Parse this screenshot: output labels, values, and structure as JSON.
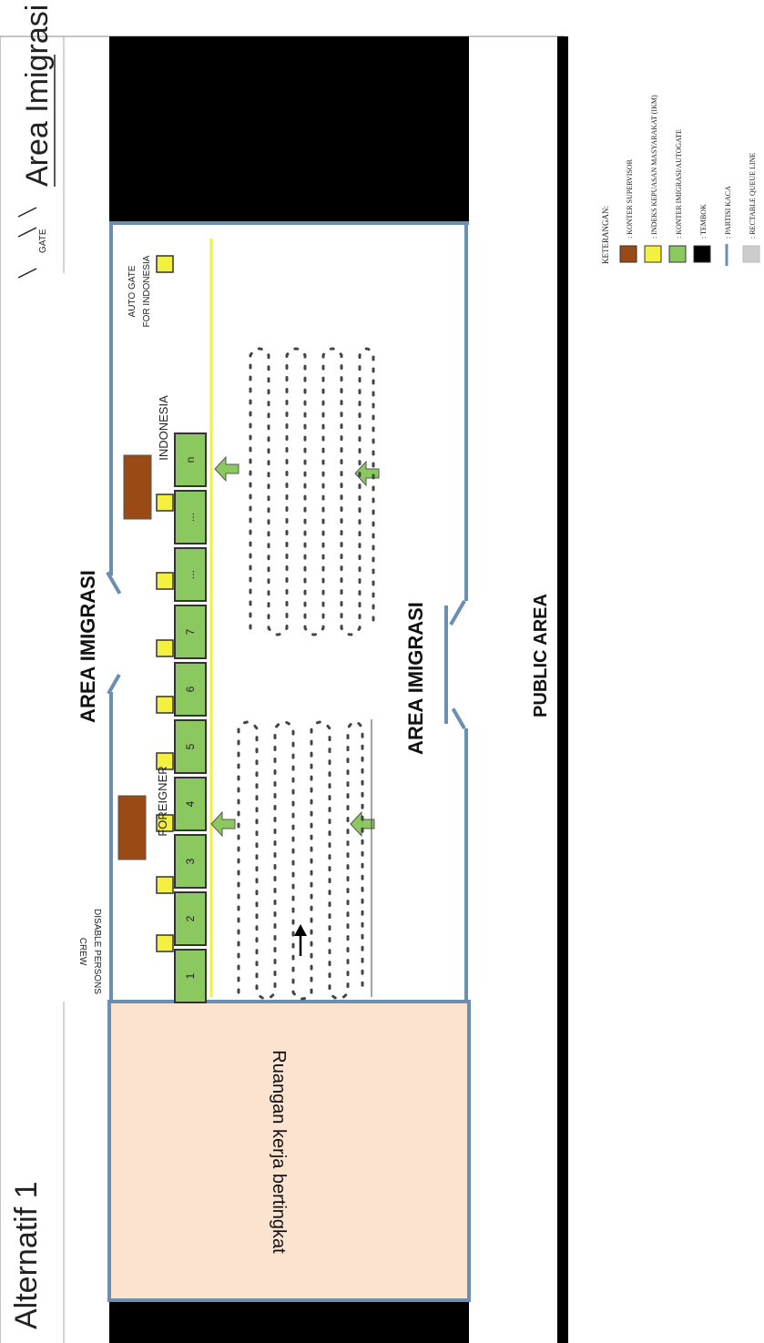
{
  "headings": {
    "alternatif": "Alternatif 1",
    "area_imigrasi_title": "Area Imigrasi",
    "gate": "GATE"
  },
  "zones": {
    "office": "Ruangan kerja bertingkat",
    "area_upper": "AREA IMIGRASI",
    "area_lower": "AREA IMIGRASI",
    "public": "PUBLIC  AREA"
  },
  "labels": {
    "crew_line1": "CREW",
    "crew_line2": "DISABLE PERSONS",
    "foreigner": "FOREIGNER",
    "indonesia": "INDONESIA",
    "autogate_line1": "AUTO GATE",
    "autogate_line2": "FOR INDONESIA"
  },
  "counters": [
    "1",
    "2",
    "3",
    "4",
    "5",
    "6",
    "7",
    "...",
    "...",
    "n"
  ],
  "legend": {
    "title": "KETERANGAN:",
    "items": [
      {
        "label": ": KONTER SUPERVISOR",
        "color": "#9a4a14"
      },
      {
        "label": ": INDEKS KEPUASAN MASYARAKAT (IKM)",
        "color": "#f4f040"
      },
      {
        "label": ": KONTER IMIGRASI/AUTOGATE",
        "color": "#8cc860"
      },
      {
        "label": ": TEMBOK",
        "color": "#000000"
      },
      {
        "label": ": PARTISI KACA",
        "color": "#6a8fb0"
      },
      {
        "label": ": RECTABLE QUEUE LINE",
        "color": "#cccccc"
      }
    ]
  },
  "colors": {
    "wall": "#000000",
    "glass": "#6a8fb0",
    "office_fill": "#fbe3d0",
    "counter": "#8cc860",
    "ikm": "#f4f040",
    "supervisor": "#9a4a14",
    "arrow": "#8cc860",
    "yellow_line": "#f0f040"
  }
}
